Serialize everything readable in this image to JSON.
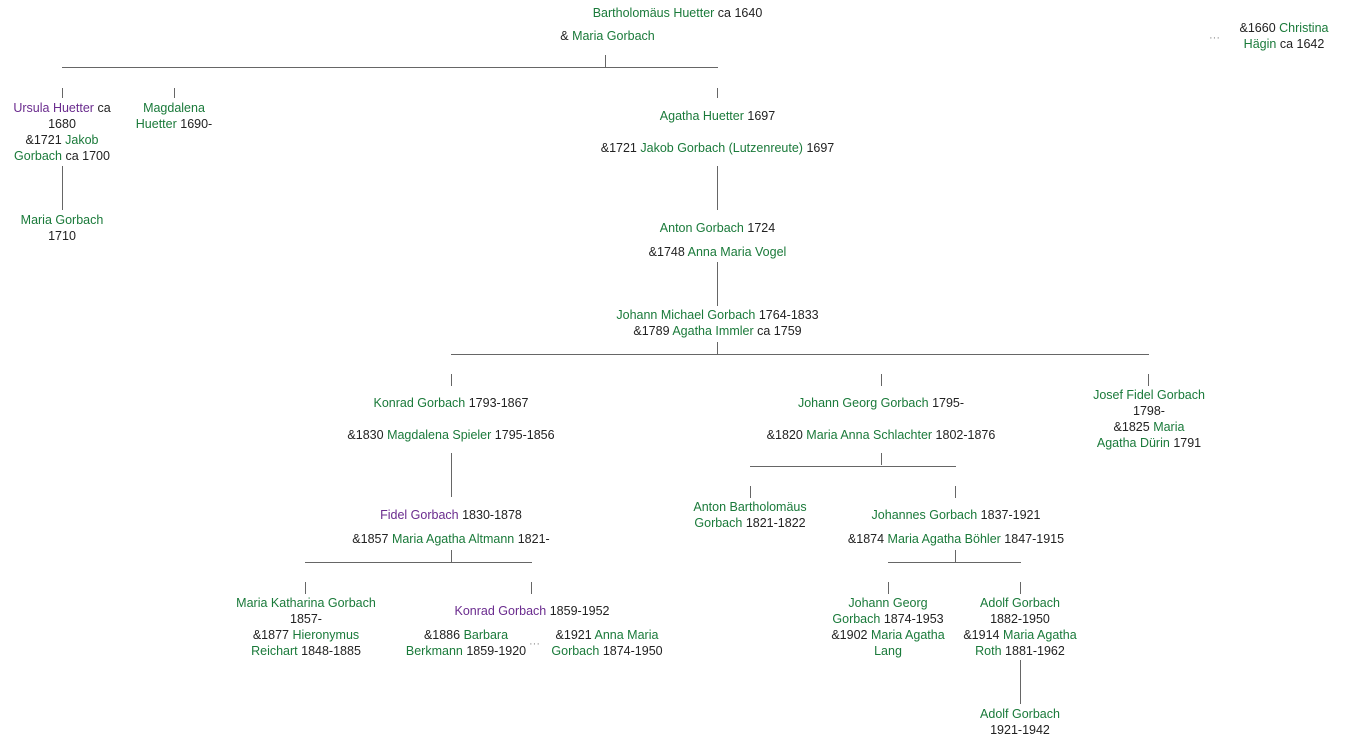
{
  "nodes": {
    "bartholomaeus": {
      "name": "Bartholomäus Huetter",
      "date": "ca 1640"
    },
    "bartholomaeus_spouse": {
      "prefix": "&",
      "name": "Maria Gorbach"
    },
    "second_spouse": {
      "prefix": "&1660",
      "name1": "Christina",
      "name2": "Hägin",
      "date": "ca 1642"
    },
    "ursula": {
      "name1": "Ursula Huetter",
      "date1": "ca",
      "date2": "1680",
      "spouse_prefix": "&1721",
      "spouse_name1": "Jakob",
      "spouse_name2": "Gorbach",
      "spouse_date": "ca 1700"
    },
    "maria_gorbach_1710": {
      "name": "Maria Gorbach",
      "date": "1710"
    },
    "magdalena": {
      "name1": "Magdalena",
      "name2": "Huetter",
      "date": "1690-"
    },
    "agatha": {
      "name": "Agatha Huetter",
      "date": "1697"
    },
    "agatha_spouse": {
      "prefix": "&1721",
      "name": "Jakob Gorbach (Lutzenreute)",
      "date": "1697"
    },
    "anton_1724": {
      "name": "Anton Gorbach",
      "date": "1724"
    },
    "anton_spouse": {
      "prefix": "&1748",
      "name": "Anna Maria Vogel"
    },
    "johann_michael": {
      "name": "Johann Michael Gorbach",
      "date": "1764-1833"
    },
    "johann_michael_spouse": {
      "prefix": "&1789",
      "name": "Agatha Immler",
      "date": "ca 1759"
    },
    "konrad_1793": {
      "name": "Konrad Gorbach",
      "date": "1793-1867"
    },
    "konrad_spouse": {
      "prefix": "&1830",
      "name": "Magdalena Spieler",
      "date": "1795-1856"
    },
    "johann_georg_1795": {
      "name": "Johann Georg Gorbach",
      "date": "1795-"
    },
    "johann_georg_spouse": {
      "prefix": "&1820",
      "name": "Maria Anna Schlachter",
      "date": "1802-1876"
    },
    "josef_fidel": {
      "name": "Josef Fidel Gorbach",
      "date": "1798-",
      "spouse_prefix": "&1825",
      "spouse_name1": "Maria",
      "spouse_name2": "Agatha Dürin",
      "spouse_date": "1791"
    },
    "fidel": {
      "name": "Fidel Gorbach",
      "date": "1830-1878"
    },
    "fidel_spouse": {
      "prefix": "&1857",
      "name": "Maria Agatha Altmann",
      "date": "1821-"
    },
    "anton_bartholomaeus": {
      "name1": "Anton Bartholomäus",
      "name2": "Gorbach",
      "date": "1821-1822"
    },
    "johannes": {
      "name": "Johannes Gorbach",
      "date": "1837-1921"
    },
    "johannes_spouse": {
      "prefix": "&1874",
      "name": "Maria Agatha Böhler",
      "date": "1847-1915"
    },
    "maria_katharina": {
      "name": "Maria Katharina Gorbach",
      "date": "1857-",
      "spouse_prefix": "&1877",
      "spouse_name1": "Hieronymus",
      "spouse_name2": "Reichart",
      "spouse_date": "1848-1885"
    },
    "konrad_1859": {
      "name": "Konrad Gorbach",
      "date": "1859-1952",
      "spouse1_prefix": "&1886",
      "spouse1_name1": "Barbara",
      "spouse1_name2": "Berkmann",
      "spouse1_date": "1859-1920",
      "spouse2_prefix": "&1921",
      "spouse2_name1": "Anna Maria",
      "spouse2_name2": "Gorbach",
      "spouse2_date": "1874-1950"
    },
    "johann_georg_1874": {
      "name1": "Johann Georg",
      "name2": "Gorbach",
      "date": "1874-1953",
      "spouse_prefix": "&1902",
      "spouse_name1": "Maria Agatha",
      "spouse_name2": "Lang"
    },
    "adolf_1882": {
      "name": "Adolf Gorbach",
      "date": "1882-1950",
      "spouse_prefix": "&1914",
      "spouse_name1": "Maria Agatha",
      "spouse_name2": "Roth",
      "spouse_date": "1881-1962"
    },
    "adolf_1921": {
      "name": "Adolf Gorbach",
      "date": "1921-1942"
    }
  },
  "more_marker": "···",
  "colors": {
    "person_link": "#1a7a3a",
    "person_link_visited": "#6a2b8e",
    "lines": "#666666"
  }
}
